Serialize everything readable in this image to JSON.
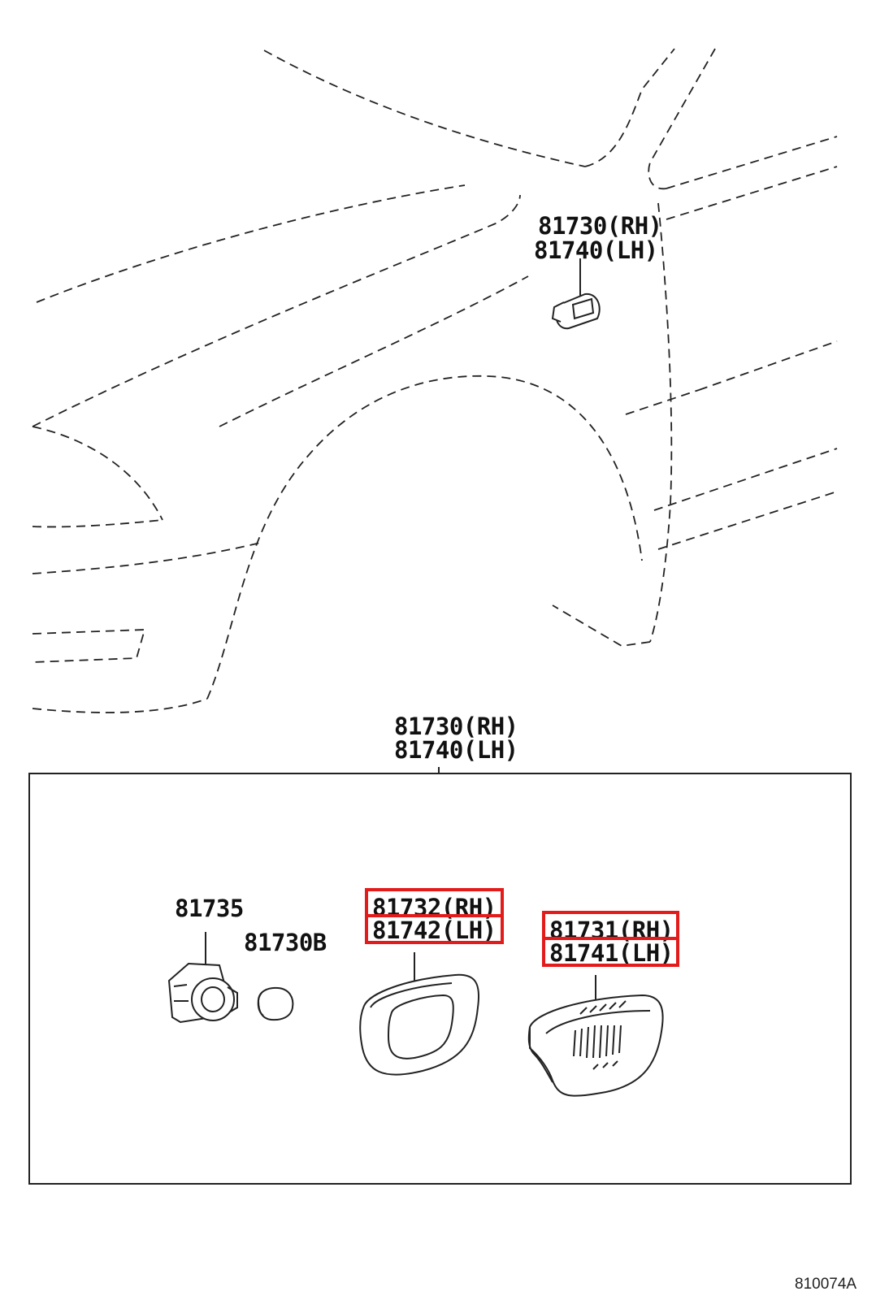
{
  "labels": {
    "top_rh": "81730(RH)",
    "top_lh": "81740(LH)",
    "box_rh": "81730(RH)",
    "box_lh": "81740(LH)",
    "socket": "81735",
    "bulb": "81730B",
    "gasket_rh": "81732(RH)",
    "gasket_lh": "81742(LH)",
    "lens_rh": "81731(RH)",
    "lens_lh": "81741(LH)",
    "figure_code": "810074A"
  },
  "colors": {
    "line": "#222222",
    "highlight": "#e31b1b"
  },
  "icons": {
    "socket": "bulb-socket-icon",
    "bulb": "wedge-bulb-icon",
    "gasket": "lamp-gasket-icon",
    "lens": "side-marker-lens-icon",
    "fender_lamp": "fender-side-lamp-icon"
  }
}
